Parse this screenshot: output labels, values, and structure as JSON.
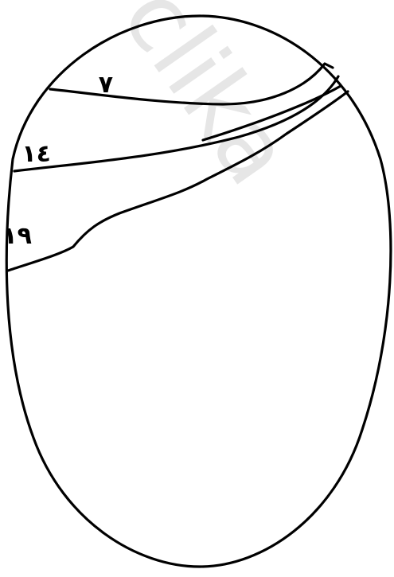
{
  "colors": {
    "ink": "#000000",
    "background": "#ffffff",
    "watermark": "#e6e6e6"
  },
  "watermark": {
    "text": "clika",
    "kind": "faint diagonal watermark"
  },
  "bands": [
    {
      "label": "٧"
    },
    {
      "label": "١٤"
    },
    {
      "label": "١٩"
    }
  ]
}
